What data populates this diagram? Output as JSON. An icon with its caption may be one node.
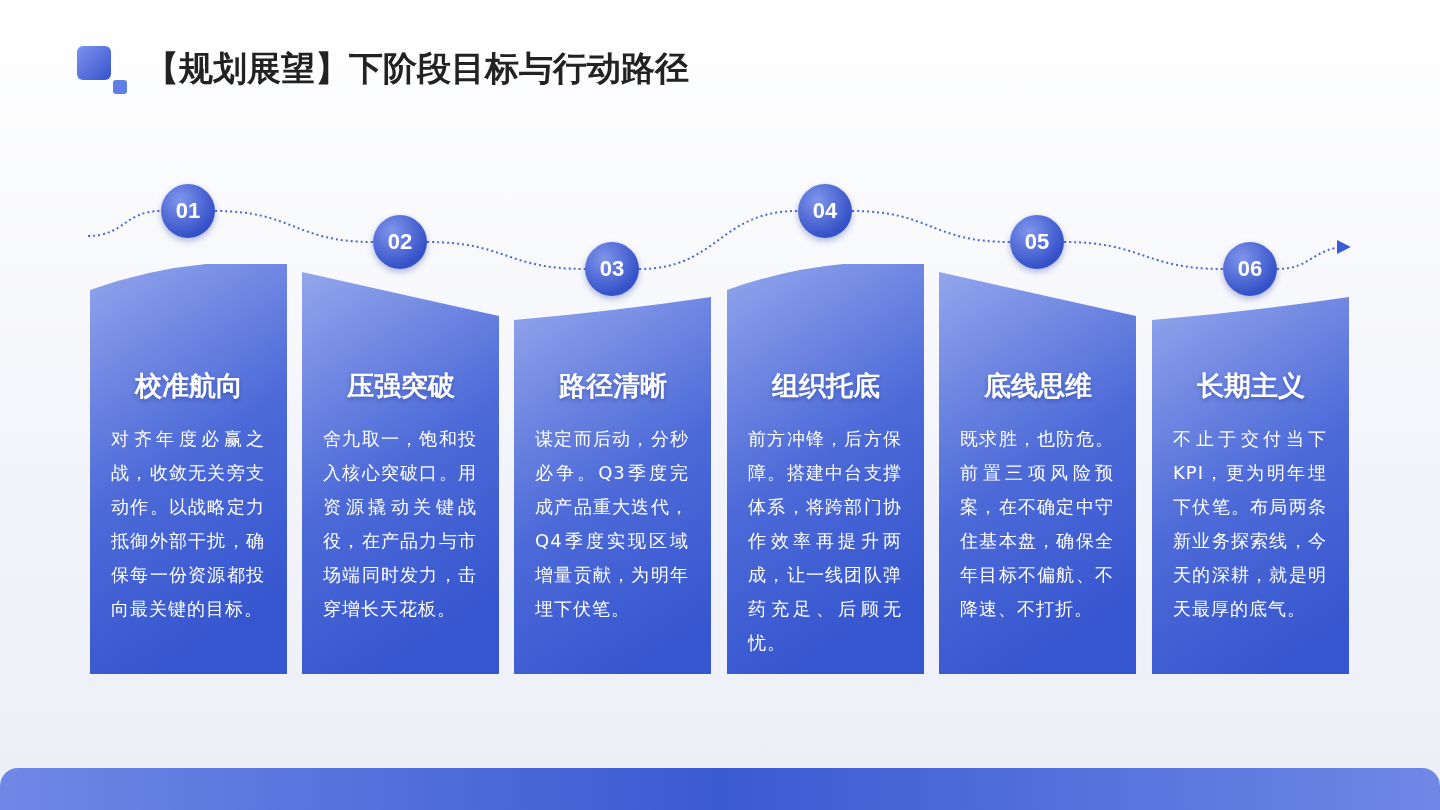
{
  "diagram": {
    "title": "【规划展望】下阶段目标与行动路径",
    "nodes": [
      {
        "text": [
          "01"
        ]
      },
      {
        "text": [
          "02"
        ]
      },
      {
        "text": [
          "03"
        ]
      },
      {
        "text": [
          "04"
        ]
      },
      {
        "text": [
          "05"
        ]
      },
      {
        "text": [
          "06"
        ]
      },
      {
        "text": [
          "校准航向",
          "对齐年度必赢之战，收敛无关旁支动作。以战略定力抵御外部干扰，确保每一份资源都投向最关键的目标。"
        ]
      },
      {
        "text": [
          "压强突破",
          "舍九取一，饱和投入核心突破口。用资源撬动关键战役，在产品力与市场端同时发力，击穿增长天花板。"
        ]
      },
      {
        "text": [
          "路径清晰",
          "谋定而后动，分秒必争。Q3季度完成产品重大迭代，Q4季度实现区域增量贡献，为明年埋下伏笔。"
        ]
      },
      {
        "text": [
          "组织托底",
          "前方冲锋，后方保障。搭建中台支撑体系，将跨部门协作效率再提升两成，让一线团队弹药充足、后顾无忧。"
        ]
      },
      {
        "text": [
          "底线思维",
          "既求胜，也防危。前置三项风险预案，在不确定中守住基本盘，确保全年目标不偏航、不降速、不打折。"
        ]
      },
      {
        "text": [
          "长期主义",
          "不止于交付当下KPI，更为明年埋下伏笔。布局两条新业务探索线，今天的深耕，就是明天最厚的底气。"
        ]
      }
    ],
    "edges": [
      {
        "from": null,
        "to": 0,
        "arrow": "none"
      },
      {
        "from": 0,
        "to": 1,
        "arrow": "none"
      },
      {
        "from": 1,
        "to": 2,
        "arrow": "none"
      },
      {
        "from": 2,
        "to": 3,
        "arrow": "none"
      },
      {
        "from": 3,
        "to": 4,
        "arrow": "none"
      },
      {
        "from": 4,
        "to": 5,
        "arrow": "none"
      },
      {
        "from": 5,
        "to": null,
        "arrow": "to"
      }
    ]
  }
}
